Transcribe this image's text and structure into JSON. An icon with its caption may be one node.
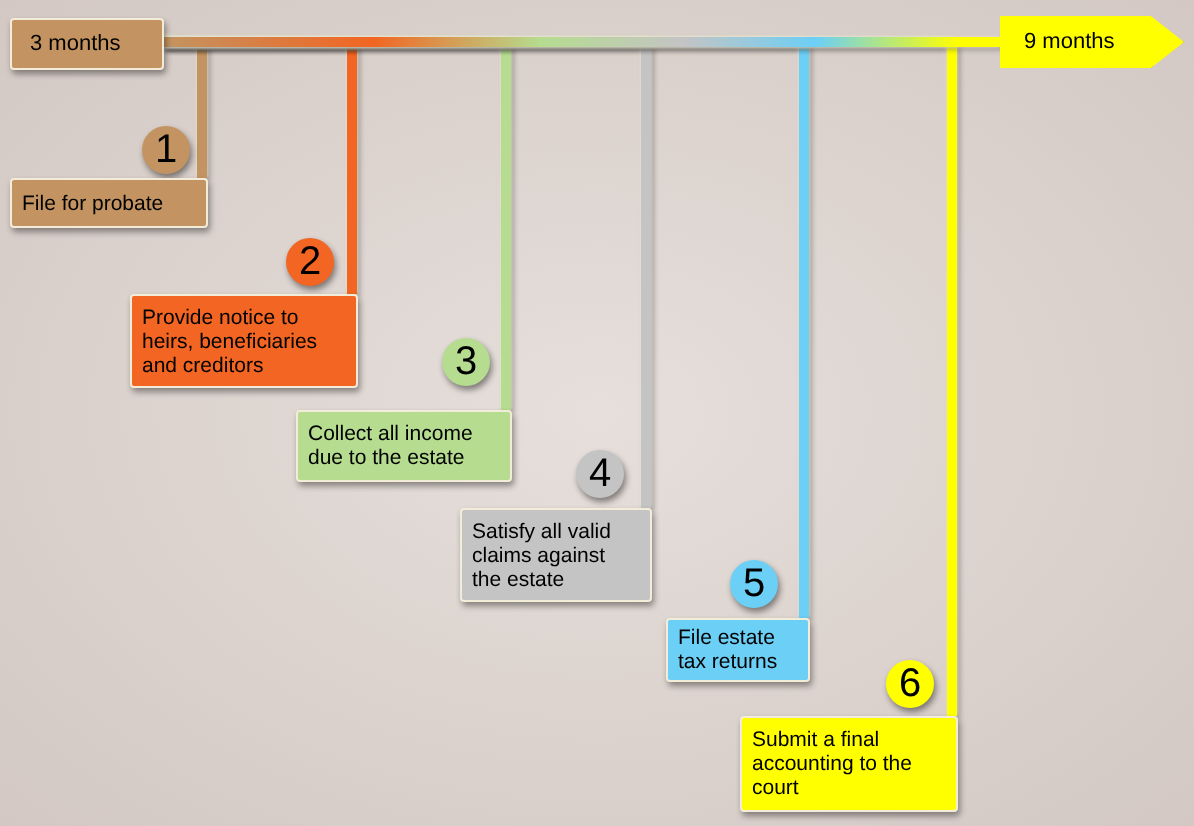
{
  "diagram": {
    "nodes": [
      {
        "text": [
          "3 months"
        ]
      },
      {
        "text": [
          "9 months"
        ]
      },
      {
        "text": [
          "1"
        ]
      },
      {
        "text": [
          "File for probate"
        ]
      },
      {
        "text": [
          "2"
        ]
      },
      {
        "text": [
          "Provide notice to heirs, beneficiaries and creditors"
        ]
      },
      {
        "text": [
          "3"
        ]
      },
      {
        "text": [
          "Collect all income due to the estate"
        ]
      },
      {
        "text": [
          "4"
        ]
      },
      {
        "text": [
          "Satisfy all valid claims against the estate"
        ]
      },
      {
        "text": [
          "5"
        ]
      },
      {
        "text": [
          "File estate tax returns"
        ]
      },
      {
        "text": [
          "6"
        ]
      },
      {
        "text": [
          "Submit a final accounting to the court"
        ]
      }
    ],
    "edges": [
      {
        "from": 0,
        "to": 1,
        "arrow": "none"
      },
      {
        "from": 0,
        "to": 3,
        "arrow": "none",
        "color": "#c39461"
      },
      {
        "from": 0,
        "to": 5,
        "arrow": "none",
        "color": "#f26522"
      },
      {
        "from": 0,
        "to": 7,
        "arrow": "none",
        "color": "#b5dc8f"
      },
      {
        "from": 0,
        "to": 9,
        "arrow": "none",
        "color": "#c4c4c4"
      },
      {
        "from": 0,
        "to": 11,
        "arrow": "none",
        "color": "#6ccff6"
      },
      {
        "from": 0,
        "to": 13,
        "arrow": "none",
        "color": "#ffff00"
      }
    ]
  }
}
